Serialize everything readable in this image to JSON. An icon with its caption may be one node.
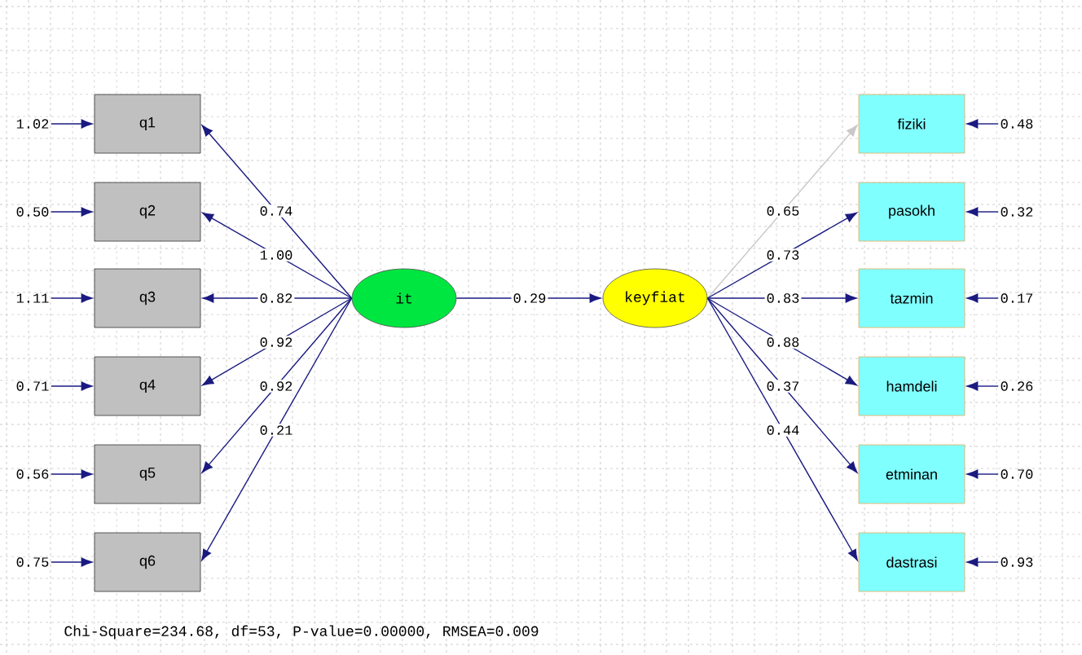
{
  "diagram": {
    "caption": "Chi-Square=234.68, df=53, P-value=0.00000, RMSEA=0.009",
    "nodes": [
      {
        "text": [
          "it"
        ]
      },
      {
        "text": [
          "keyfiat"
        ]
      },
      {
        "text": [
          "q1"
        ]
      },
      {
        "text": [
          "q2"
        ]
      },
      {
        "text": [
          "q3"
        ]
      },
      {
        "text": [
          "q4"
        ]
      },
      {
        "text": [
          "q5"
        ]
      },
      {
        "text": [
          "q6"
        ]
      },
      {
        "text": [
          "fiziki"
        ]
      },
      {
        "text": [
          "pasokh"
        ]
      },
      {
        "text": [
          "tazmin"
        ]
      },
      {
        "text": [
          "hamdeli"
        ]
      },
      {
        "text": [
          "etminan"
        ]
      },
      {
        "text": [
          "dastrasi"
        ]
      },
      {
        "text": [
          "1.02"
        ]
      },
      {
        "text": [
          "0.50"
        ]
      },
      {
        "text": [
          "1.11"
        ]
      },
      {
        "text": [
          "0.71"
        ]
      },
      {
        "text": [
          "0.56"
        ]
      },
      {
        "text": [
          "0.75"
        ]
      },
      {
        "text": [
          "0.48"
        ]
      },
      {
        "text": [
          "0.32"
        ]
      },
      {
        "text": [
          "0.17"
        ]
      },
      {
        "text": [
          "0.26"
        ]
      },
      {
        "text": [
          "0.70"
        ]
      },
      {
        "text": [
          "0.93"
        ]
      }
    ],
    "edges": [
      {
        "from": 0,
        "to": 2,
        "arrow": "to",
        "label": "0.74"
      },
      {
        "from": 0,
        "to": 3,
        "arrow": "to",
        "label": "1.00"
      },
      {
        "from": 0,
        "to": 4,
        "arrow": "to",
        "label": "0.82"
      },
      {
        "from": 0,
        "to": 5,
        "arrow": "to",
        "label": "0.92"
      },
      {
        "from": 0,
        "to": 6,
        "arrow": "to",
        "label": "0.92"
      },
      {
        "from": 0,
        "to": 7,
        "arrow": "to",
        "label": "0.21"
      },
      {
        "from": 0,
        "to": 1,
        "arrow": "to",
        "label": "0.29"
      },
      {
        "from": 1,
        "to": 8,
        "arrow": "to",
        "label": "0.65",
        "color": "#c8c8c8"
      },
      {
        "from": 1,
        "to": 9,
        "arrow": "to",
        "label": "0.73"
      },
      {
        "from": 1,
        "to": 10,
        "arrow": "to",
        "label": "0.83"
      },
      {
        "from": 1,
        "to": 11,
        "arrow": "to",
        "label": "0.88"
      },
      {
        "from": 1,
        "to": 12,
        "arrow": "to",
        "label": "0.37"
      },
      {
        "from": 1,
        "to": 13,
        "arrow": "to",
        "label": "0.44"
      },
      {
        "from": 14,
        "to": 2,
        "arrow": "to"
      },
      {
        "from": 15,
        "to": 3,
        "arrow": "to"
      },
      {
        "from": 16,
        "to": 4,
        "arrow": "to"
      },
      {
        "from": 17,
        "to": 5,
        "arrow": "to"
      },
      {
        "from": 18,
        "to": 6,
        "arrow": "to"
      },
      {
        "from": 19,
        "to": 7,
        "arrow": "to"
      },
      {
        "from": 20,
        "to": 8,
        "arrow": "to"
      },
      {
        "from": 21,
        "to": 9,
        "arrow": "to"
      },
      {
        "from": 22,
        "to": 10,
        "arrow": "to"
      },
      {
        "from": 23,
        "to": 11,
        "arrow": "to"
      },
      {
        "from": 24,
        "to": 12,
        "arrow": "to"
      },
      {
        "from": 25,
        "to": 13,
        "arrow": "to"
      }
    ]
  }
}
